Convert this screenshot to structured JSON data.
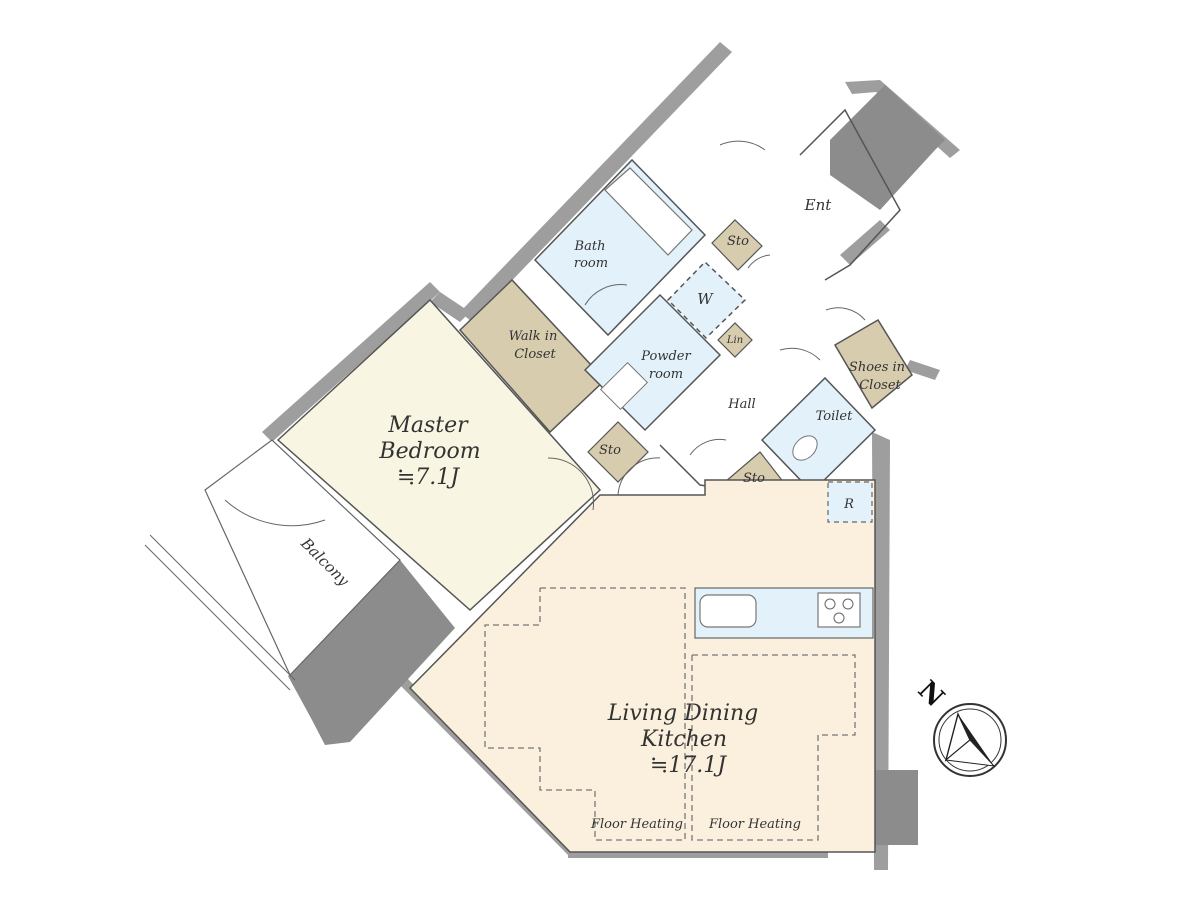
{
  "rooms": {
    "master_bedroom": {
      "line1": "Master",
      "line2": "Bedroom",
      "size": "≒7.1J"
    },
    "walk_in_closet": {
      "line1": "Walk in",
      "line2": "Closet"
    },
    "bath_room": {
      "line1": "Bath",
      "line2": "room"
    },
    "powder_room": {
      "line1": "Powder",
      "line2": "room"
    },
    "washer": "W",
    "linen": "Lin",
    "storage": "Sto",
    "entrance": "Ent",
    "hall": "Hall",
    "shoes_in_closet": {
      "line1": "Shoes in",
      "line2": "Closet"
    },
    "toilet": "Toilet",
    "refrigerator": "R",
    "balcony": "Balcony",
    "living_dining_kitchen": {
      "line1": "Living Dining",
      "line2": "Kitchen",
      "size": "≒17.1J"
    },
    "floor_heating": "Floor Heating"
  },
  "compass": {
    "label": "N"
  },
  "colors": {
    "bedroom": "#f8f6e2",
    "living": "#fbf0de",
    "wet_area": "#e3f1fa",
    "storage": "#d8ccaf",
    "wall": "#9e9e9e",
    "hall": "#ffffff"
  }
}
